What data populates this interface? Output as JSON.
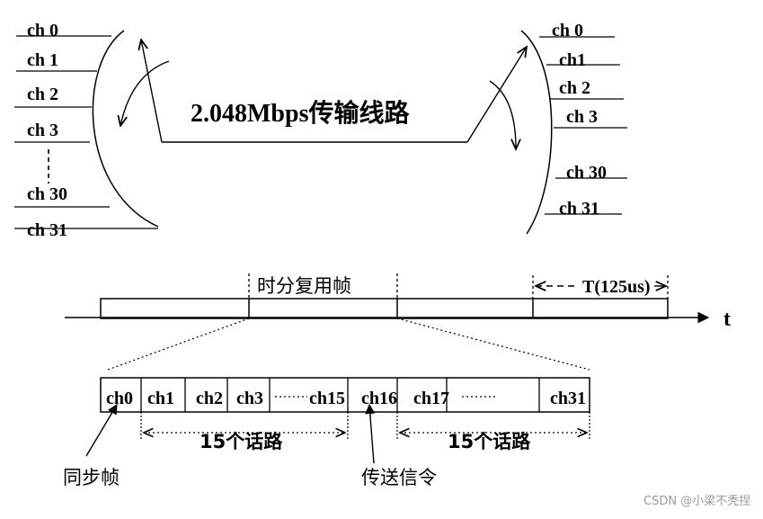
{
  "left_channels": [
    "ch 0",
    "ch 1",
    "ch 2",
    "ch 3",
    "ch 30",
    "ch 31"
  ],
  "right_channels": [
    "ch 0",
    "ch1",
    "ch 2",
    "ch 3",
    "ch 30",
    "ch 31"
  ],
  "line_label": "2.048Mbps传输线路",
  "frame_label": "时分复用帧",
  "period_label": "T(125us)",
  "time_axis_label": "t",
  "slot_labels": [
    "ch0",
    "ch1",
    "ch2",
    "ch3",
    "ch15",
    "ch16",
    "ch17",
    "ch31"
  ],
  "group_label_left": "15个话路",
  "group_label_right": "15个话路",
  "sync_label": "同步帧",
  "signal_label": "传送信令",
  "watermark": "CSDN @小梁不秃捏"
}
